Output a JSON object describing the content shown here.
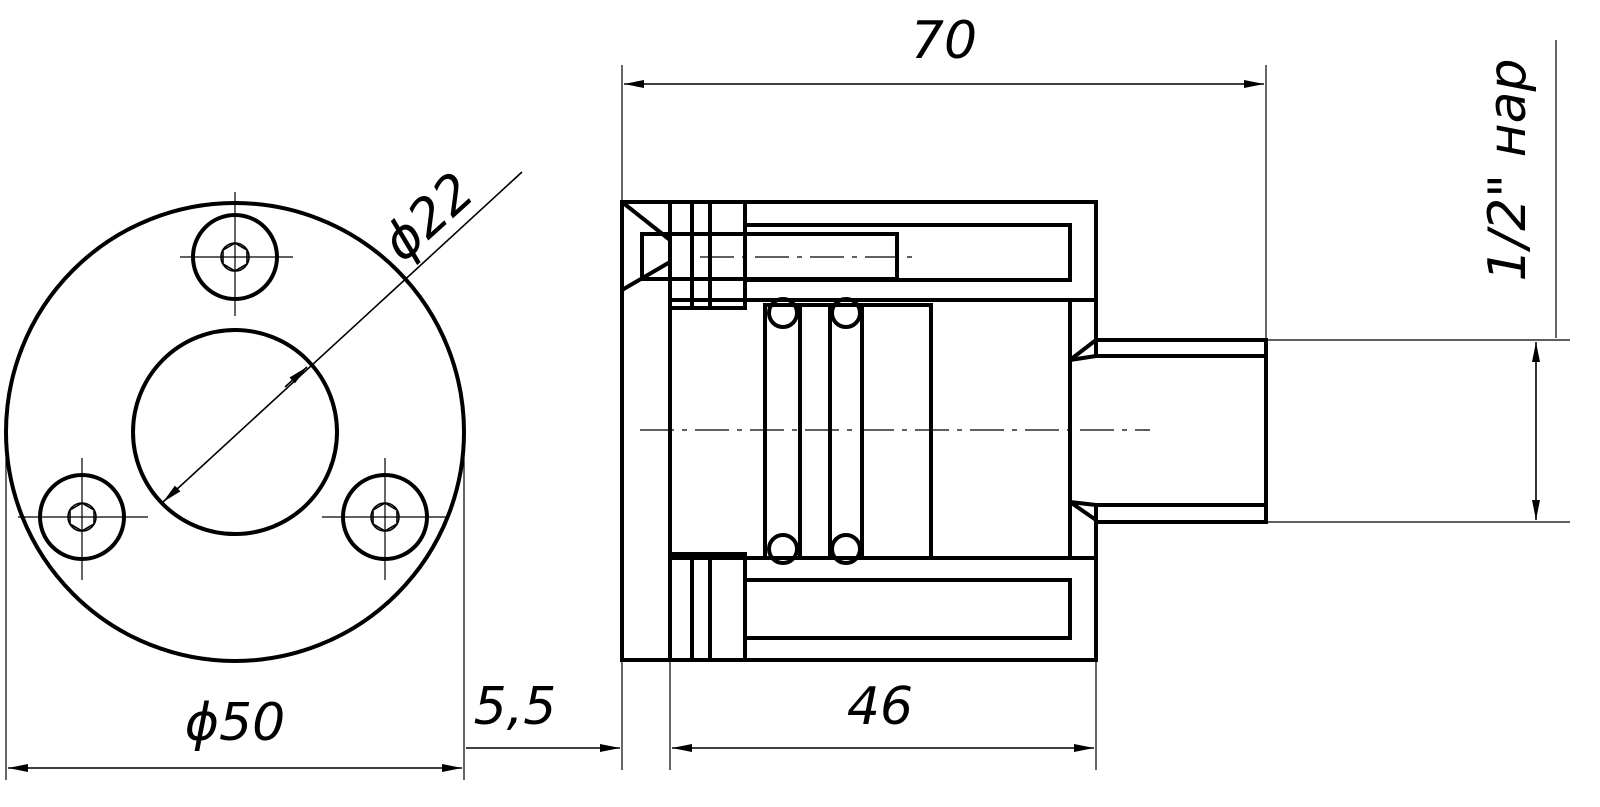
{
  "drawing": {
    "colors": {
      "line": "#000000",
      "background": "#ffffff"
    },
    "dimensions": {
      "overall_length": "70",
      "hole_diameter": "ϕ22",
      "flange_diameter": "ϕ50",
      "flange_thickness": "5,5",
      "body_length": "46",
      "thread": "1/2\" нар"
    }
  }
}
